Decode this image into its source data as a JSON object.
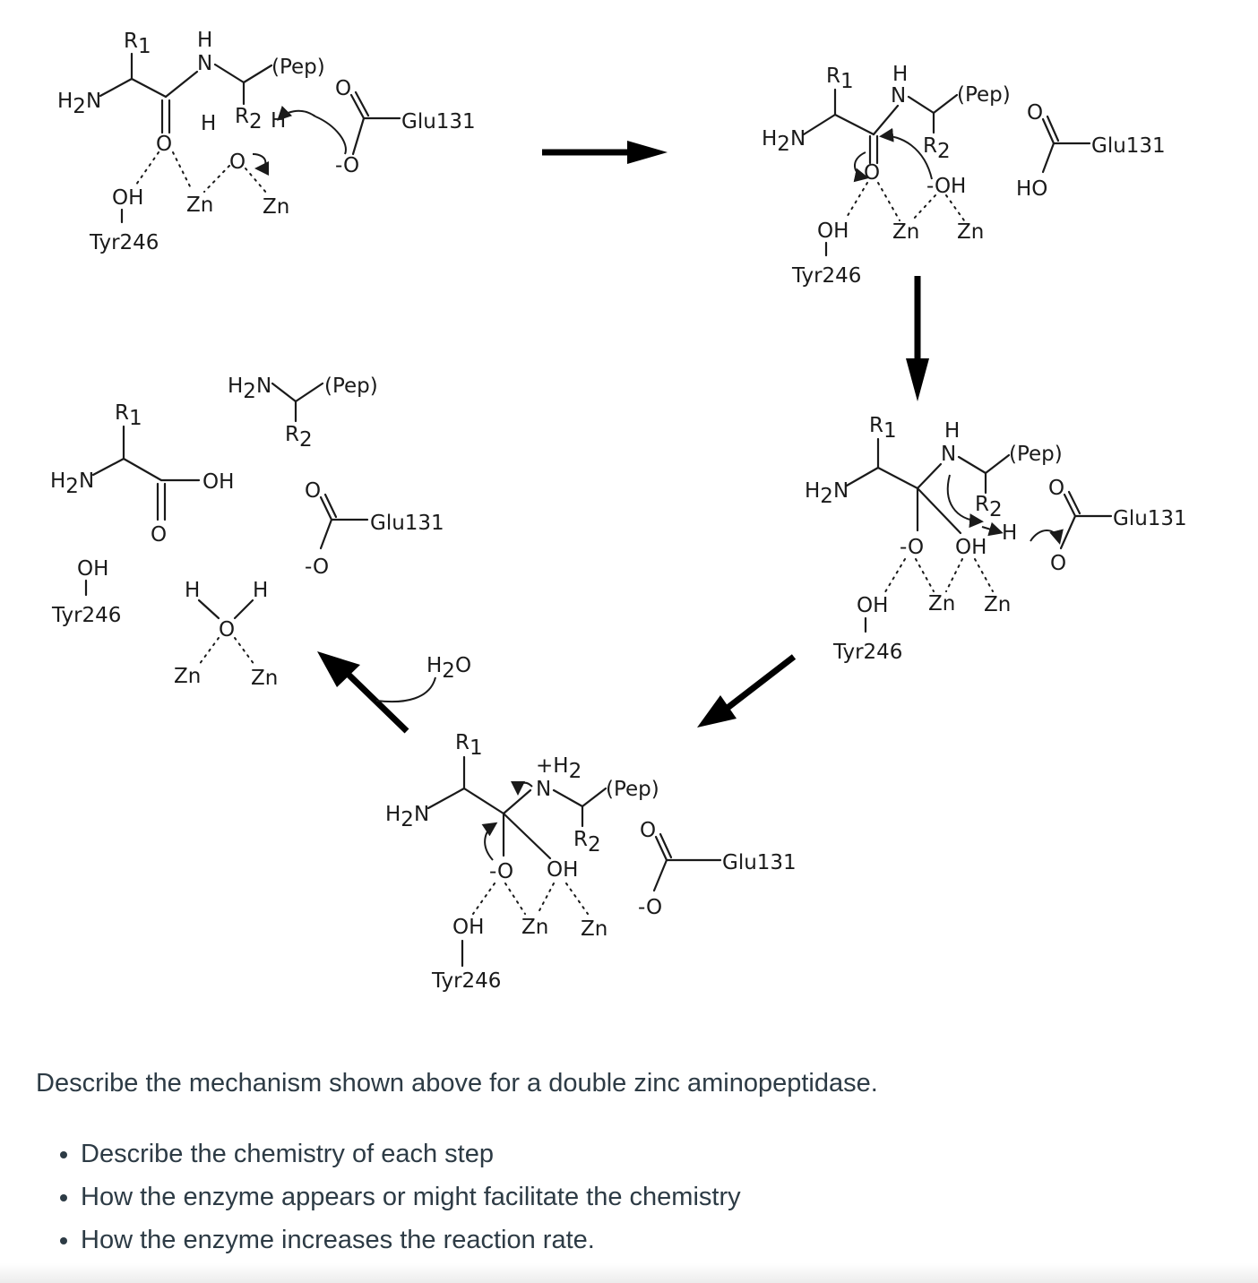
{
  "labels": {
    "h2n": "H2N",
    "r1": "R1",
    "r2": "R2",
    "n": "N",
    "h": "H",
    "pep": "(Pep)",
    "glu": "Glu131",
    "tyr": "Tyr246",
    "oh": "OH",
    "o": "O",
    "o_minus": "-O",
    "minus_oh": "-OH",
    "zn": "Zn",
    "ho": "HO",
    "h2o": "H2O",
    "nh2_plus": "+H2"
  },
  "question": {
    "prompt": "Describe the mechanism shown above for a double zinc aminopeptidase.",
    "bullets": [
      "Describe the chemistry of each step",
      "How the enzyme appears or might facilitate the chemistry",
      "How the enzyme increases the reaction rate."
    ]
  }
}
